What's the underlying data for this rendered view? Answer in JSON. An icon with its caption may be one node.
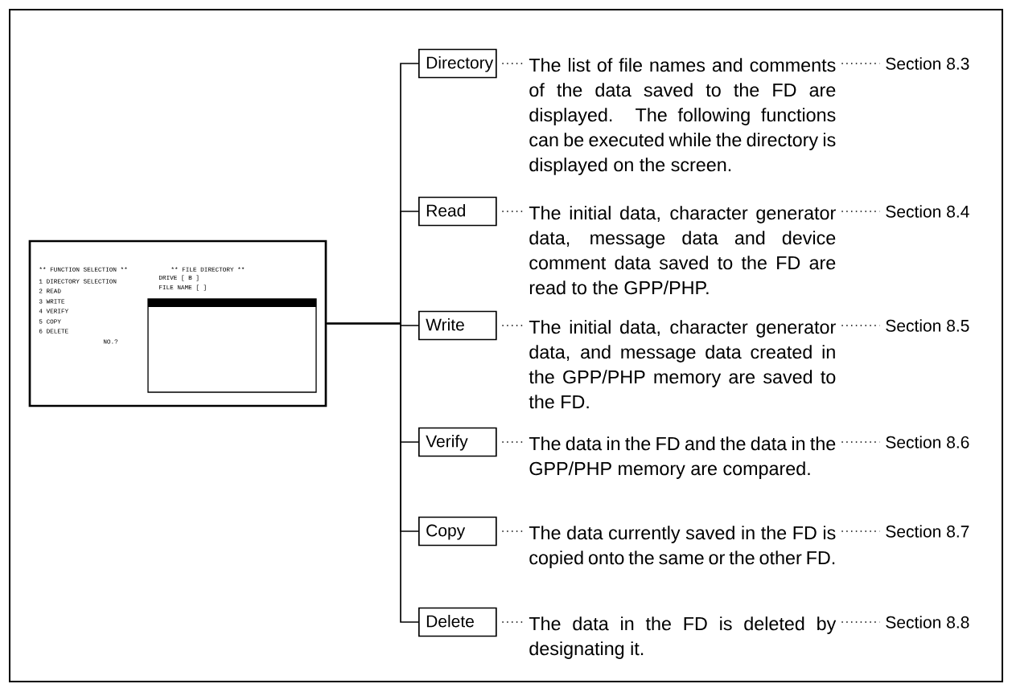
{
  "diagram": {
    "nodes": [
      {
        "text": [
          "** FUNCTION SELECTION **",
          "1 DIRECTORY SELECTION",
          "2 READ",
          "3 WRITE",
          "4 VERIFY",
          "5 COPY",
          "6 DELETE",
          "NO.?",
          "** FILE DIRECTORY **",
          "DRIVE [ B ]",
          "FILE NAME [ ]"
        ]
      },
      {
        "text": [],
        "shape": "box",
        "in": 0
      },
      {
        "text": [
          "Directory"
        ]
      },
      {
        "text": [
          "The list of file names and comments of the data saved to the FD are displayed. The following functions can be executed while the directory is displayed on the screen."
        ]
      },
      {
        "text": [
          "Section 8.3"
        ]
      },
      {
        "text": [
          "Read"
        ]
      },
      {
        "text": [
          "The initial data, character generator data, message data and device comment data saved to the FD are read to the GPP/PHP."
        ]
      },
      {
        "text": [
          "Section 8.4"
        ]
      },
      {
        "text": [
          "Write"
        ]
      },
      {
        "text": [
          "The initial data, character generator data, and message data created in the GPP/PHP memory are saved to the FD."
        ]
      },
      {
        "text": [
          "Section 8.5"
        ]
      },
      {
        "text": [
          "Verify"
        ]
      },
      {
        "text": [
          "The data in the FD and the data in the GPP/PHP memory are compared."
        ]
      },
      {
        "text": [
          "Section 8.6"
        ]
      },
      {
        "text": [
          "Copy"
        ]
      },
      {
        "text": [
          "The data currently saved in the FD is copied onto the same or the other FD."
        ]
      },
      {
        "text": [
          "Section 8.7"
        ]
      },
      {
        "text": [
          "Delete"
        ]
      },
      {
        "text": [
          "The data in the FD is deleted by designating it."
        ]
      },
      {
        "text": [
          "Section 8.8"
        ]
      }
    ],
    "edges": [
      {
        "from": 0,
        "to": 2,
        "arrow": "none"
      },
      {
        "from": 0,
        "to": 5,
        "arrow": "none"
      },
      {
        "from": 0,
        "to": 8,
        "arrow": "none"
      },
      {
        "from": 0,
        "to": 11,
        "arrow": "none"
      },
      {
        "from": 0,
        "to": 14,
        "arrow": "none"
      },
      {
        "from": 0,
        "to": 17,
        "arrow": "none"
      },
      {
        "from": 2,
        "to": 3,
        "arrow": "none",
        "style": "dashed"
      },
      {
        "from": 3,
        "to": 4,
        "arrow": "none",
        "style": "dashed"
      },
      {
        "from": 5,
        "to": 6,
        "arrow": "none",
        "style": "dashed"
      },
      {
        "from": 6,
        "to": 7,
        "arrow": "none",
        "style": "dashed"
      },
      {
        "from": 8,
        "to": 9,
        "arrow": "none",
        "style": "dashed"
      },
      {
        "from": 9,
        "to": 10,
        "arrow": "none",
        "style": "dashed"
      },
      {
        "from": 11,
        "to": 12,
        "arrow": "none",
        "style": "dashed"
      },
      {
        "from": 12,
        "to": 13,
        "arrow": "none",
        "style": "dashed"
      },
      {
        "from": 14,
        "to": 15,
        "arrow": "none",
        "style": "dashed"
      },
      {
        "from": 15,
        "to": 16,
        "arrow": "none",
        "style": "dashed"
      },
      {
        "from": 17,
        "to": 18,
        "arrow": "none",
        "style": "dashed"
      },
      {
        "from": 18,
        "to": 19,
        "arrow": "none",
        "style": "dashed"
      }
    ]
  }
}
